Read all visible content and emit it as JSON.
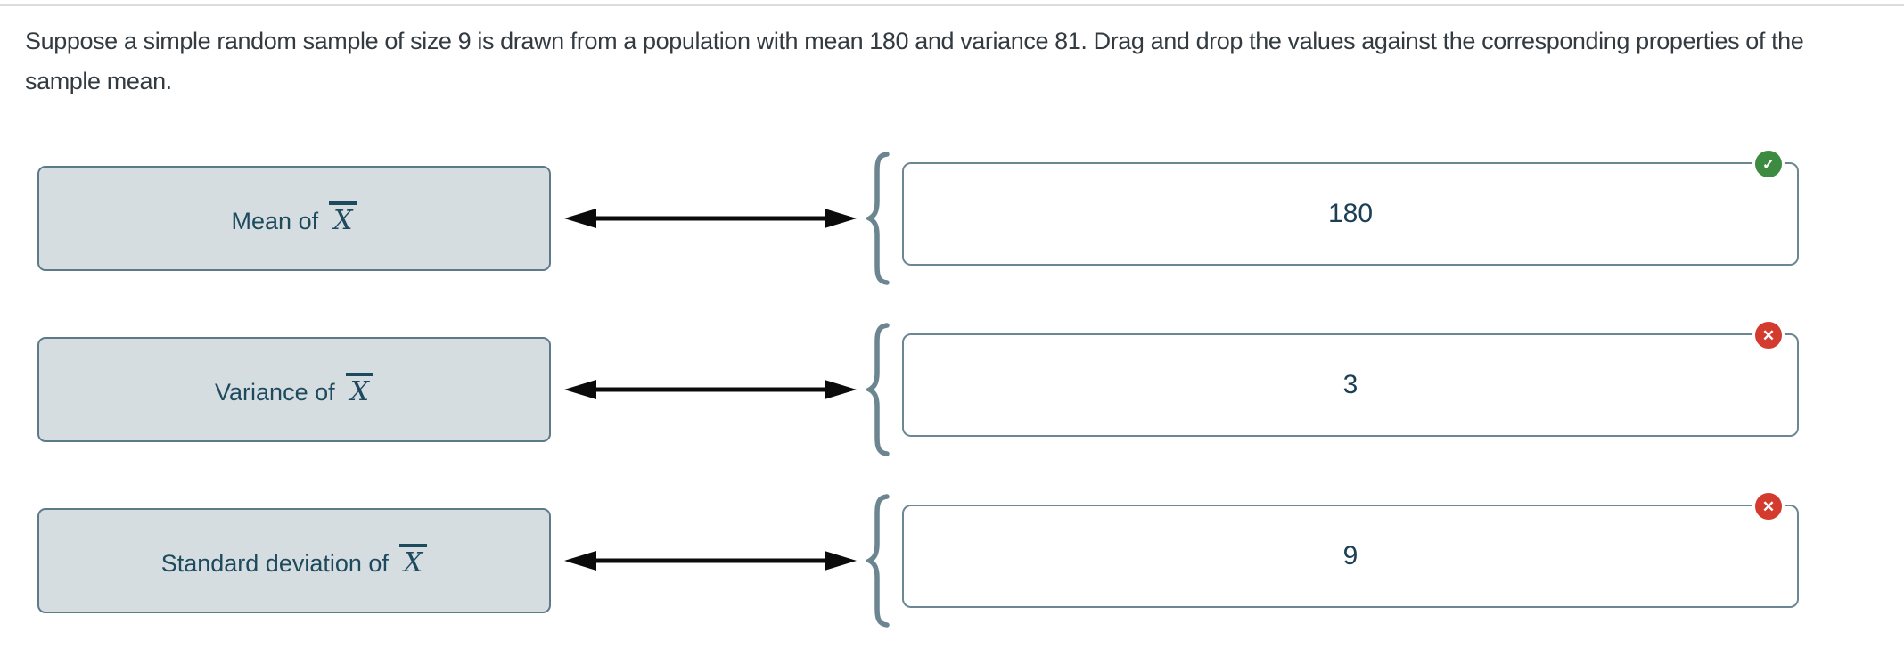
{
  "instructions": "Suppose a simple random sample of size 9 is drawn from a population with mean 180 and variance 81. Drag and drop the values against the corresponding properties of the sample mean.",
  "rows": [
    {
      "label_prefix": "Mean of",
      "symbol": "X",
      "value": "180",
      "status": "correct",
      "badge_glyph": "✓",
      "badge_icon": "check-icon"
    },
    {
      "label_prefix": "Variance of",
      "symbol": "X",
      "value": "3",
      "status": "incorrect",
      "badge_glyph": "✕",
      "badge_icon": "x-icon"
    },
    {
      "label_prefix": "Standard deviation of",
      "symbol": "X",
      "value": "9",
      "status": "incorrect",
      "badge_glyph": "✕",
      "badge_icon": "x-icon"
    }
  ],
  "colors": {
    "term_box_bg": "#d6dde1",
    "term_box_border": "#5d7a89",
    "answer_box_border": "#6b8793",
    "brace": "#6b8591",
    "arrow": "#0b0b0b",
    "correct_badge": "#3c8b41",
    "incorrect_badge": "#d23b2e",
    "label_text": "#1e4a5e",
    "value_text": "#1c3f55",
    "body_text": "#333b41"
  }
}
